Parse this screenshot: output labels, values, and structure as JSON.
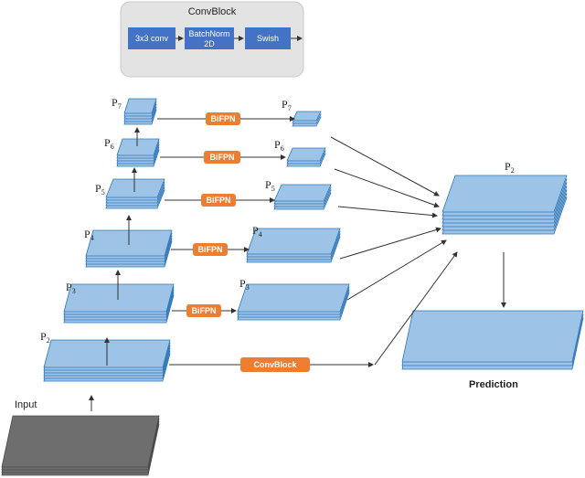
{
  "colors": {
    "layer_fill": "#9dc3e6",
    "layer_stroke": "#2e75b6",
    "input_fill": "#6e6e6e",
    "input_stroke": "#4a4a4a",
    "op_fill": "#ed7d31",
    "convblock_bg": "#e3e3e3",
    "convblock_inner": "#4472c4",
    "arrow": "#333333"
  },
  "convblock_legend": {
    "title": "ConvBlock",
    "steps": [
      "3x3 conv",
      "BatchNorm 2D",
      "Swish"
    ]
  },
  "input_label": "Input",
  "output_label": "Prediction",
  "ops": {
    "bifpn": "BiFPN",
    "convblock": "ConvBlock"
  },
  "levels": {
    "p2_main": {
      "base": "P",
      "sub": "2"
    },
    "p3": {
      "base": "P",
      "sub": "3"
    },
    "p4": {
      "base": "P",
      "sub": "4"
    },
    "p5": {
      "base": "P",
      "sub": "5"
    },
    "p6": {
      "base": "P",
      "sub": "6"
    },
    "p7": {
      "base": "P",
      "sub": "7"
    },
    "p2_out": {
      "base": "P",
      "sub": "2"
    }
  }
}
